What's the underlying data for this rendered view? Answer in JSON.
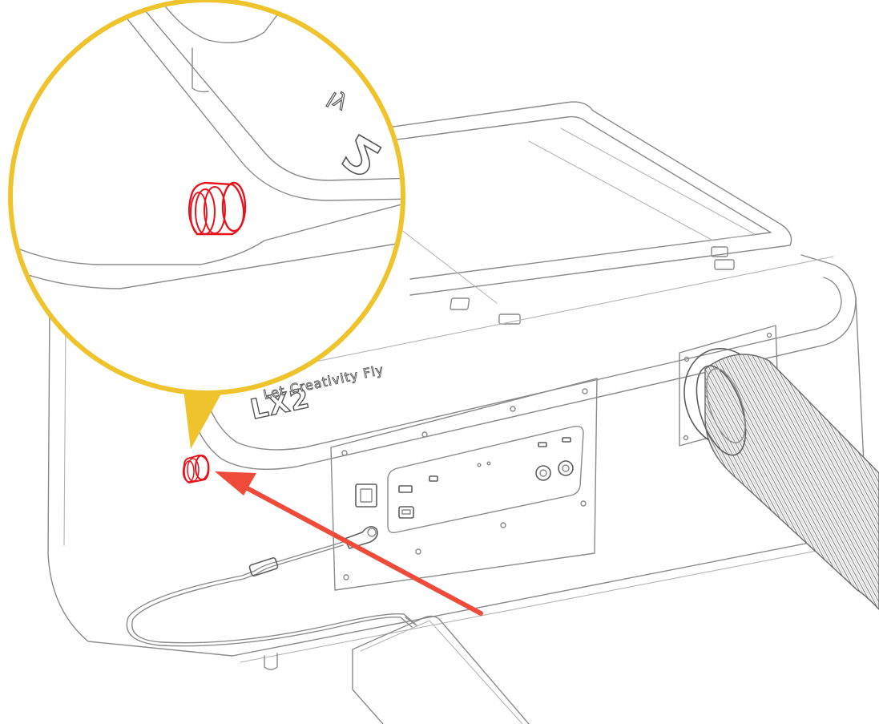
{
  "product": {
    "brand": "LX2",
    "slogan": "Let Creativity Fly"
  },
  "zoom_callout": {
    "brand_fragment": "2",
    "slogan_fragment": "ly"
  },
  "colors": {
    "line_art": "#8a8a8a",
    "callout_ring": "#eec32b",
    "highlight_part": "#e8141d",
    "arrow": "#ee4b3b"
  },
  "icons": [
    "power-switch-icon",
    "usb-port-icon",
    "exhaust-hose-icon",
    "highlighted-part-icon",
    "pointer-arrow-icon"
  ]
}
